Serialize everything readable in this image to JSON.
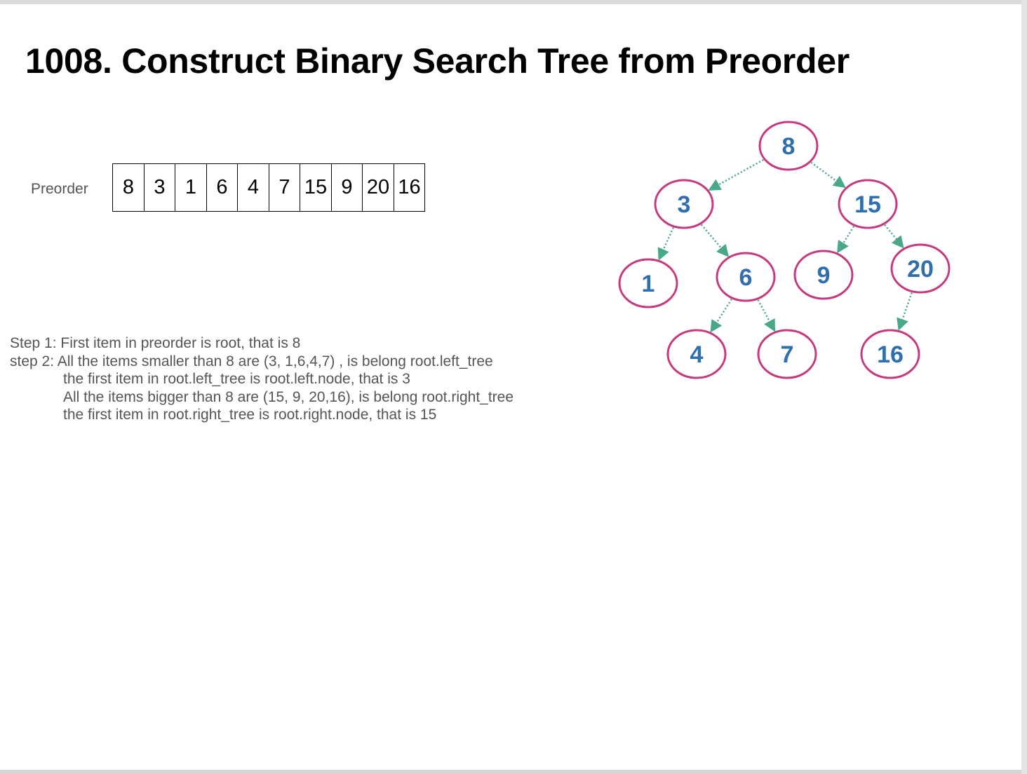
{
  "title": "1008. Construct Binary Search Tree from Preorder",
  "preorder": {
    "label": "Preorder",
    "values": [
      "8",
      "3",
      "1",
      "6",
      "4",
      "7",
      "15",
      "9",
      "20",
      "16"
    ]
  },
  "steps": [
    "Step 1: First item in preorder is root, that is 8",
    "step 2: All the items smaller than 8 are (3, 1,6,4,7) , is belong root.left_tree",
    "the first item in root.left_tree is root.left.node, that is 3",
    "All the items bigger than 8 are (15, 9, 20,16), is belong root.right_tree",
    "the first item in root.right_tree is root.right.node, that is 15"
  ],
  "tree": {
    "node_color": "#c43a7c",
    "label_color": "#2f6fad",
    "edge_color": "#4aa88a",
    "nodes": [
      {
        "id": "8",
        "label": "8"
      },
      {
        "id": "3",
        "label": "3"
      },
      {
        "id": "15",
        "label": "15"
      },
      {
        "id": "1",
        "label": "1"
      },
      {
        "id": "6",
        "label": "6"
      },
      {
        "id": "9",
        "label": "9"
      },
      {
        "id": "20",
        "label": "20"
      },
      {
        "id": "4",
        "label": "4"
      },
      {
        "id": "7",
        "label": "7"
      },
      {
        "id": "16",
        "label": "16"
      }
    ],
    "edges": [
      {
        "from": "8",
        "to": "3"
      },
      {
        "from": "8",
        "to": "15"
      },
      {
        "from": "3",
        "to": "1"
      },
      {
        "from": "3",
        "to": "6"
      },
      {
        "from": "15",
        "to": "9"
      },
      {
        "from": "15",
        "to": "20"
      },
      {
        "from": "6",
        "to": "4"
      },
      {
        "from": "6",
        "to": "7"
      },
      {
        "from": "20",
        "to": "16"
      }
    ]
  }
}
